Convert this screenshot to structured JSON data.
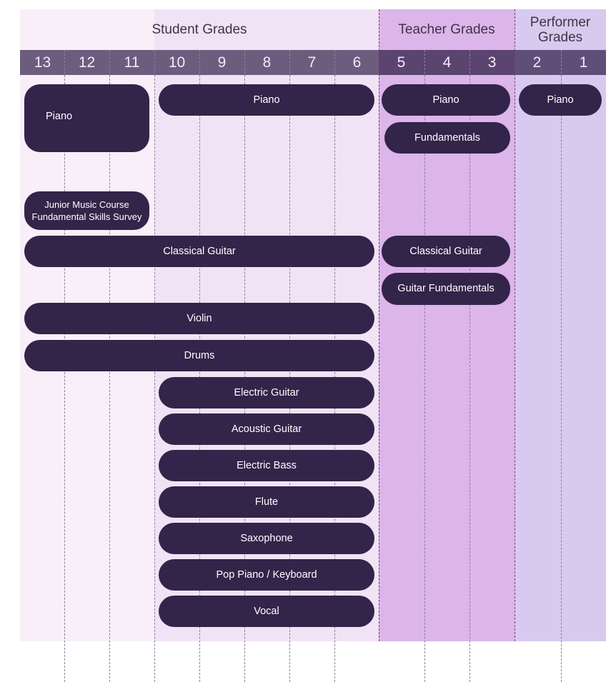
{
  "sections": {
    "student": "Student Grades",
    "teacher": "Teacher Grades",
    "performer": "Performer Grades"
  },
  "grades": [
    "13",
    "12",
    "11",
    "10",
    "9",
    "8",
    "7",
    "6",
    "5",
    "4",
    "3",
    "2",
    "1"
  ],
  "courses": {
    "piano_junior": "Piano",
    "piano_student": "Piano",
    "piano_teacher": "Piano",
    "piano_performer": "Piano",
    "fundamentals": "Fundamentals",
    "junior_line1": "Junior Music Course",
    "junior_line2": "Fundamental Skills Survey",
    "classical_guitar_student": "Classical Guitar",
    "classical_guitar_teacher": "Classical Guitar",
    "guitar_fundamentals": "Guitar Fundamentals",
    "violin": "Violin",
    "drums": "Drums",
    "electric_guitar": "Electric Guitar",
    "acoustic_guitar": "Acoustic Guitar",
    "electric_bass": "Electric Bass",
    "flute": "Flute",
    "saxophone": "Saxophone",
    "pop_piano": "Pop Piano / Keyboard",
    "vocal": "Vocal"
  }
}
